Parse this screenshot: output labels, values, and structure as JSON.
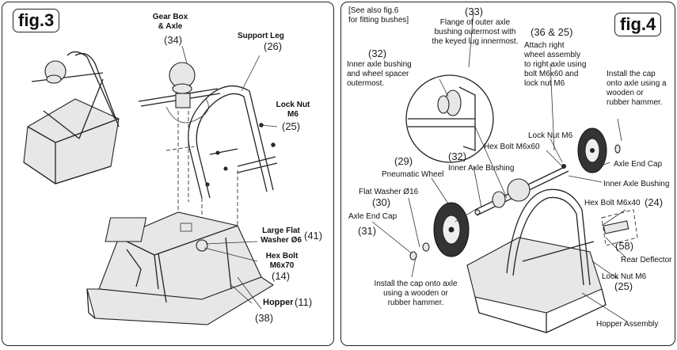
{
  "fig3": {
    "tag": "fig.3",
    "labels": {
      "gear_box_l1": "Gear Box",
      "gear_box_l2": "& Axle",
      "gear_box_num": "(34)",
      "support_leg": "Support Leg",
      "support_leg_num": "(26)",
      "lock_nut_l1": "Lock Nut",
      "lock_nut_l2": "M6",
      "lock_nut_num": "(25)",
      "washer_l1": "Large Flat",
      "washer_l2": "Washer Ø6",
      "washer_num": "(41)",
      "hex_bolt_l1": "Hex Bolt",
      "hex_bolt_l2": "M6x70",
      "hex_bolt_num": "(14)",
      "hopper": "Hopper",
      "hopper_num": "(11)",
      "part38_num": "(38)"
    }
  },
  "fig4": {
    "tag": "fig.4",
    "labels": {
      "see_also_l1": "[See also fig.6",
      "see_also_l2": "for fitting bushes]",
      "flange_num": "(33)",
      "flange_l1": "Flange of outer axle",
      "flange_l2": "bushing outermost with",
      "flange_l3": "the keyed lug innermost.",
      "inner_bush_num": "(32)",
      "inner_bush_l1": "Inner axle bushing",
      "inner_bush_l2": "and wheel spacer",
      "inner_bush_l3": "outermost.",
      "attach_num": "(36 & 25)",
      "attach_l1": "Attach right",
      "attach_l2": "wheel assembly",
      "attach_l3": "to right axle using",
      "attach_l4": "bolt M6x60 and",
      "attach_l5": "lock nut M6",
      "cap_note_l1": "Install the cap",
      "cap_note_l2": "onto axle using a",
      "cap_note_l3": "wooden or",
      "cap_note_l4": "rubber hammer.",
      "lock_nut_m6": "Lock Nut M6",
      "hex_bolt_m6x60": "Hex Bolt M6x60",
      "part32_num": "(32)",
      "inner_axle_bushing": "Inner Axle Bushing",
      "part29_num": "(29)",
      "pneumatic_wheel": "Pneumatic Wheel",
      "axle_end_cap_right": "Axle End Cap",
      "inner_axle_bushing_right": "Inner Axle Bushing",
      "flat_washer": "Flat Washer Ø16",
      "part30_num": "(30)",
      "hex_bolt_m6x40": "Hex Bolt M6x40",
      "part24_num": "(24)",
      "axle_end_cap_left": "Axle End Cap",
      "part31_num": "(31)",
      "part58_num": "(58)",
      "rear_deflector": "Rear Deflector",
      "lock_nut_m6_bottom": "Lock Nut M6",
      "part25_num": "(25)",
      "install_cap_l1": "Install the cap onto axle",
      "install_cap_l2": "using a wooden or",
      "install_cap_l3": "rubber hammer.",
      "hopper_assembly": "Hopper Assembly"
    }
  }
}
